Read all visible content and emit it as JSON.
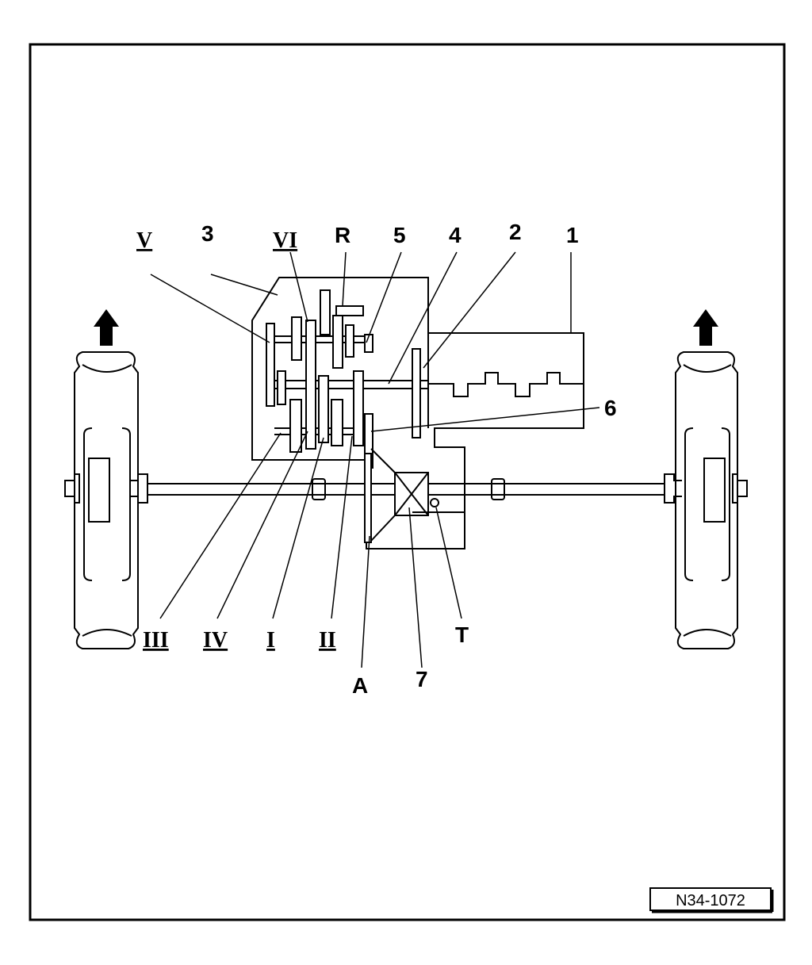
{
  "diagram": {
    "labels": {
      "gear_v": "V",
      "num_3": "3",
      "gear_vi": "VI",
      "reverse": "R",
      "num_5": "5",
      "num_4": "4",
      "num_2": "2",
      "num_1": "1",
      "num_6": "6",
      "gear_iii": "III",
      "gear_iv": "IV",
      "gear_i": "I",
      "gear_ii": "II",
      "letter_a": "A",
      "num_7": "7",
      "letter_t": "T"
    },
    "figure_id": "N34-1072",
    "line_color": "#000000",
    "background_color": "#ffffff"
  }
}
